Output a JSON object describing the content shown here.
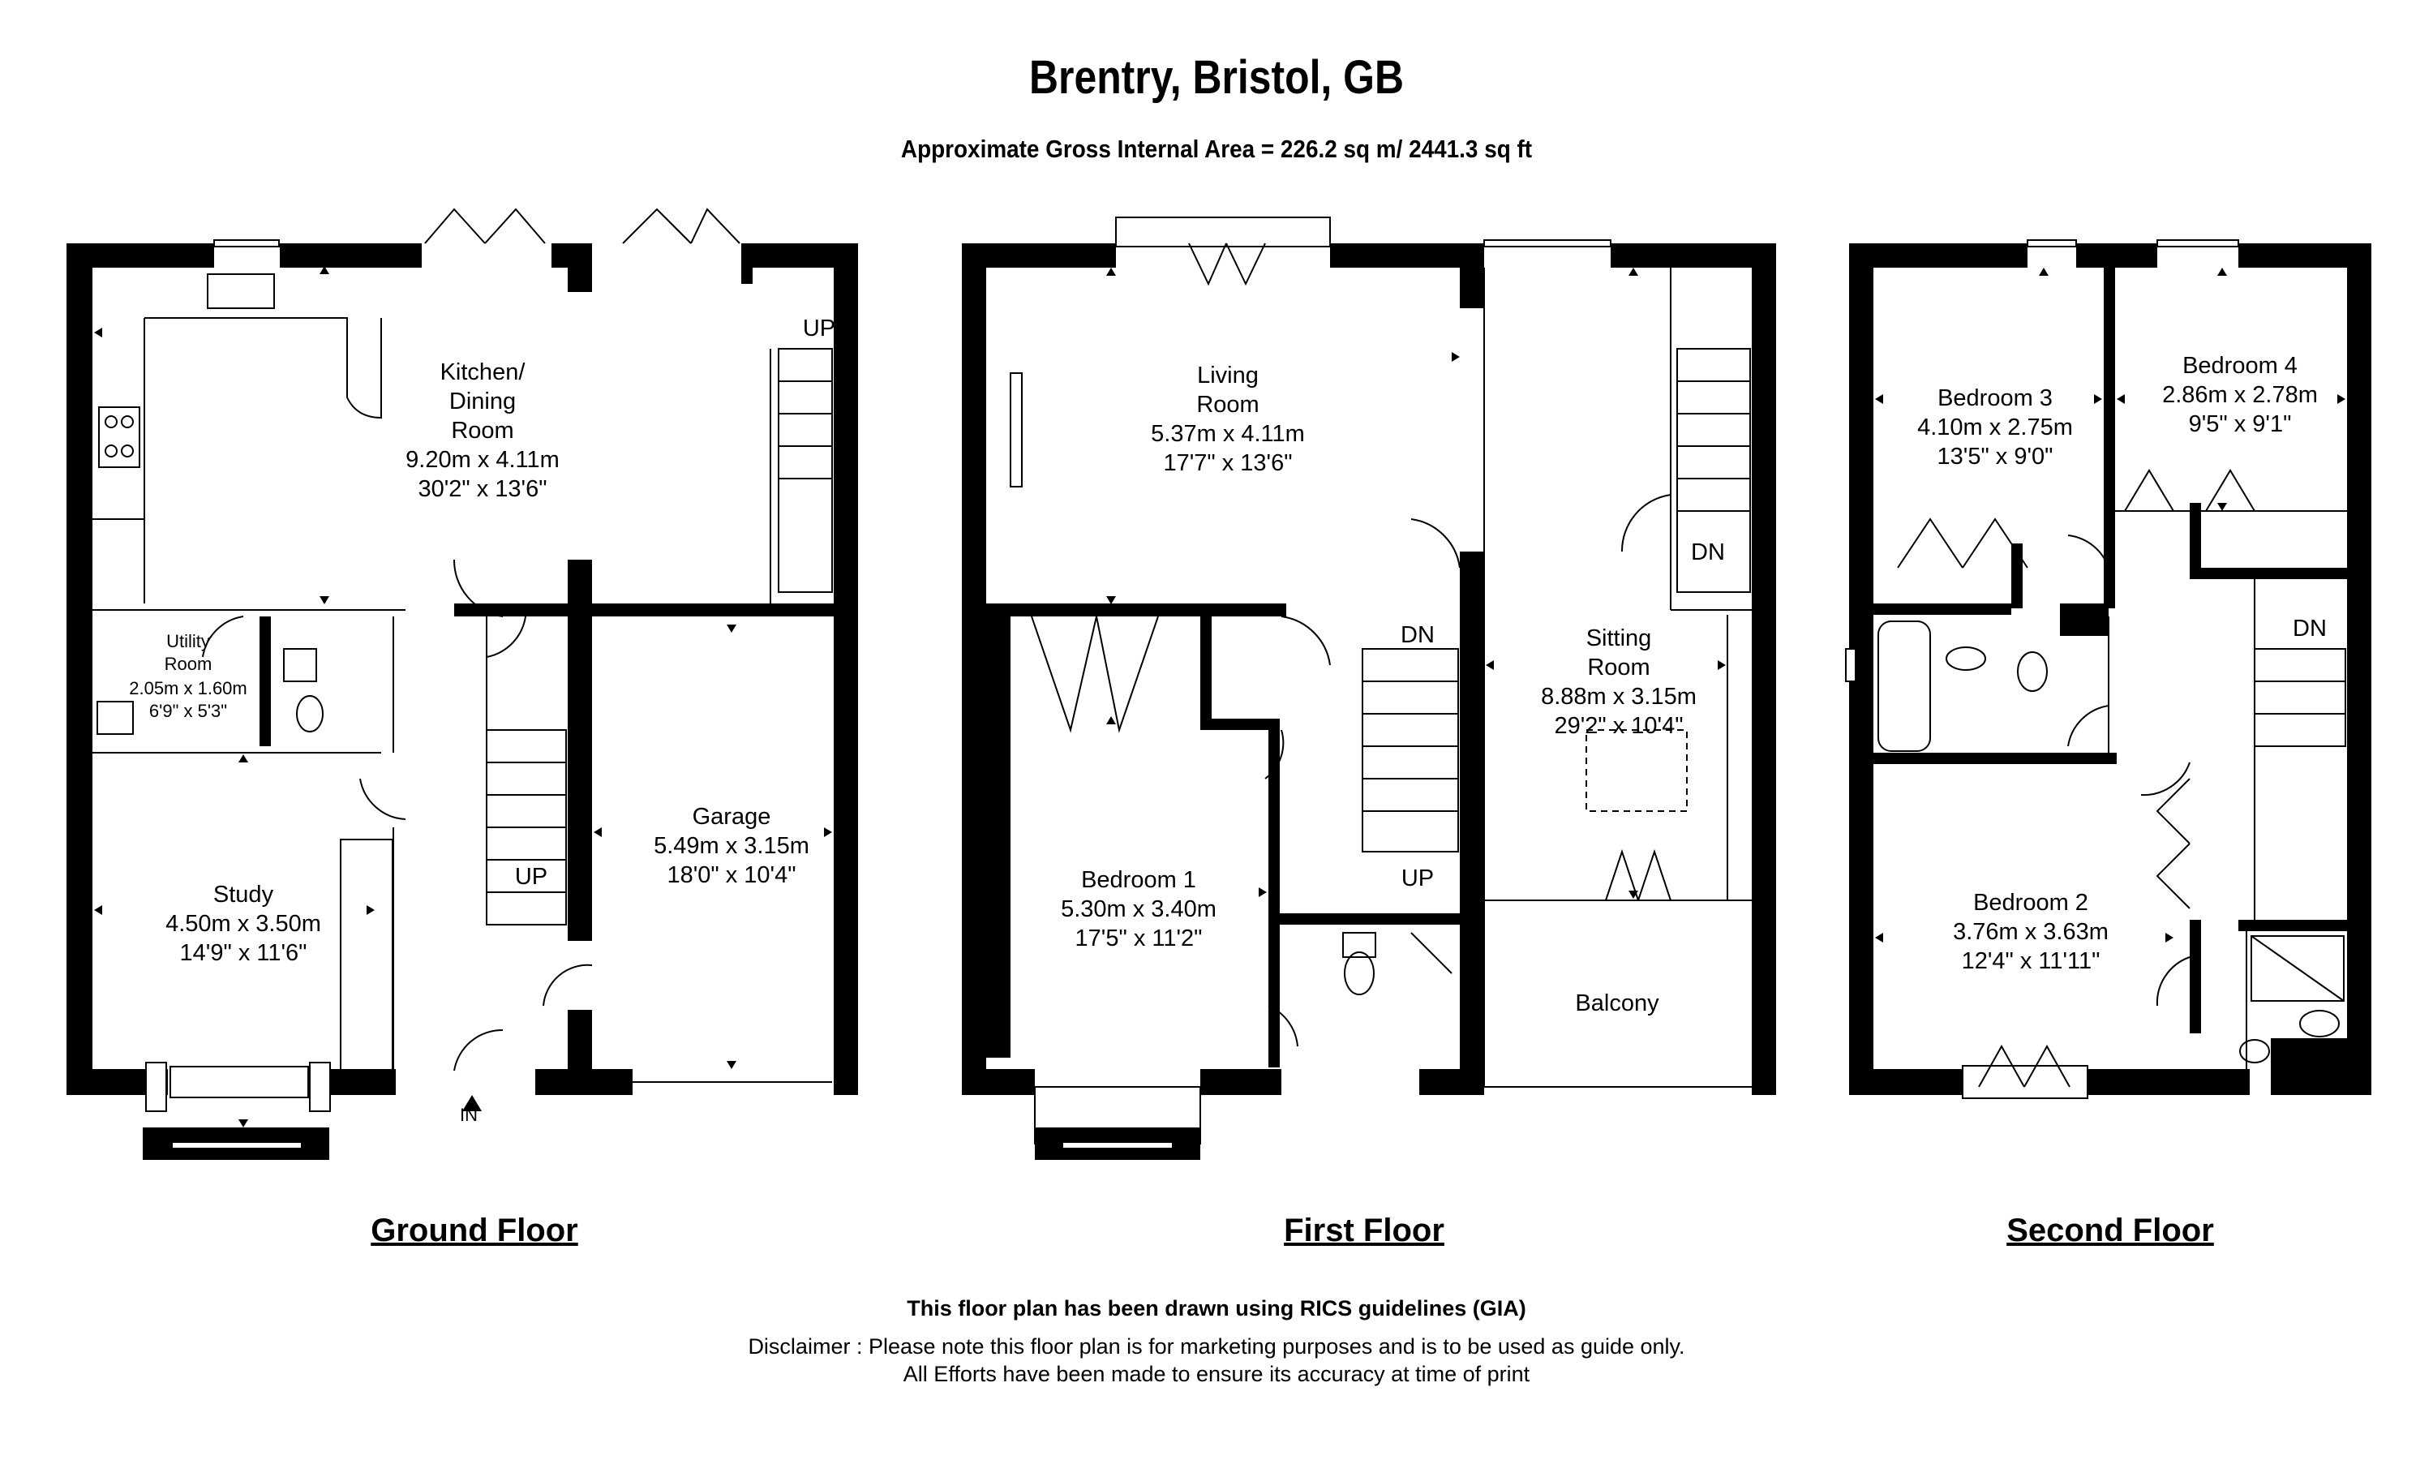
{
  "header": {
    "title": "Brentry, Bristol, GB",
    "area": "Approximate Gross Internal Area = 226.2 sq m/ 2441.3 sq ft"
  },
  "floors": {
    "ground": {
      "label": "Ground Floor",
      "entrance": "IN",
      "stair_up_1": "UP",
      "stair_up_2": "UP",
      "kitchen": {
        "line1": "Kitchen/",
        "line2": "Dining",
        "line3": "Room",
        "metric": "9.20m x 4.11m",
        "imperial": "30'2\" x 13'6\""
      },
      "utility": {
        "line1": "Utility",
        "line2": "Room",
        "metric": "2.05m x 1.60m",
        "imperial": "6'9\" x 5'3\""
      },
      "study": {
        "name": "Study",
        "metric": "4.50m x 3.50m",
        "imperial": "14'9\" x 11'6\""
      },
      "garage": {
        "name": "Garage",
        "metric": "5.49m x 3.15m",
        "imperial": "18'0\" x 10'4\""
      }
    },
    "first": {
      "label": "First Floor",
      "living": {
        "line1": "Living",
        "line2": "Room",
        "metric": "5.37m x 4.11m",
        "imperial": "17'7\" x 13'6\""
      },
      "bedroom1": {
        "name": "Bedroom 1",
        "metric": "5.30m x 3.40m",
        "imperial": "17'5\" x 11'2\""
      },
      "sitting": {
        "line1": "Sitting",
        "line2": "Room",
        "metric": "8.88m x 3.15m",
        "imperial": "29'2\" x 10'4\""
      },
      "balcony": "Balcony",
      "stair_dn_1": "DN",
      "stair_dn_2": "DN",
      "stair_up": "UP"
    },
    "second": {
      "label": "Second Floor",
      "bedroom3": {
        "name": "Bedroom 3",
        "metric": "4.10m x 2.75m",
        "imperial": "13'5\" x 9'0\""
      },
      "bedroom4": {
        "name": "Bedroom 4",
        "metric": "2.86m x 2.78m",
        "imperial": "9'5\" x 9'1\""
      },
      "bedroom2": {
        "name": "Bedroom 2",
        "metric": "3.76m x 3.63m",
        "imperial": "12'4\" x 11'11\""
      },
      "stair_dn": "DN"
    }
  },
  "footer": {
    "rics": "This floor plan has been drawn using RICS guidelines (GIA)",
    "disclaimer1": "Disclaimer : Please note this floor plan is for marketing purposes and is to be used as guide only.",
    "disclaimer2": "All Efforts have been made to ensure its accuracy at time of print"
  }
}
